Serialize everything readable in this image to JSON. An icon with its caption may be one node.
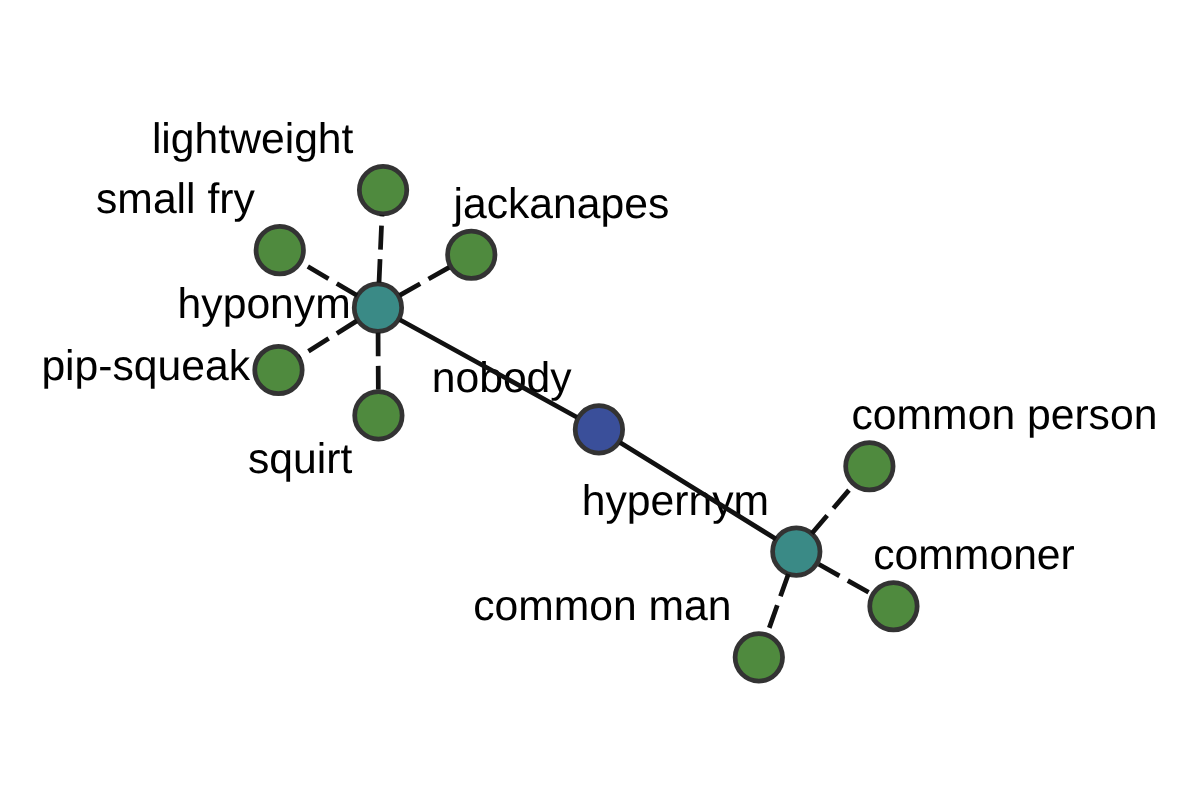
{
  "diagram": {
    "nodes": [
      {
        "text": [
          "small fry"
        ]
      },
      {
        "text": [
          "jackanapes"
        ]
      },
      {
        "text": [
          "squirt"
        ]
      },
      {
        "text": [
          "hyponym"
        ]
      },
      {
        "text": [
          "lightweight"
        ]
      },
      {
        "text": [
          "nobody"
        ]
      },
      {
        "text": [
          "pip-squeak"
        ]
      },
      {
        "text": [
          "common person"
        ]
      },
      {
        "text": [
          "hypernym"
        ]
      },
      {
        "text": [
          "common man"
        ]
      },
      {
        "text": [
          "commoner"
        ]
      }
    ],
    "edges": [
      {
        "from": 5,
        "to": 3,
        "arrow": "none"
      },
      {
        "from": 5,
        "to": 8,
        "arrow": "none"
      },
      {
        "from": 3,
        "to": 0,
        "arrow": "none",
        "style": "dashed"
      },
      {
        "from": 3,
        "to": 1,
        "arrow": "none",
        "style": "dashed"
      },
      {
        "from": 3,
        "to": 2,
        "arrow": "none",
        "style": "dashed"
      },
      {
        "from": 3,
        "to": 4,
        "arrow": "none",
        "style": "dashed"
      },
      {
        "from": 3,
        "to": 6,
        "arrow": "none",
        "style": "dashed"
      },
      {
        "from": 8,
        "to": 7,
        "arrow": "none",
        "style": "dashed"
      },
      {
        "from": 8,
        "to": 9,
        "arrow": "none",
        "style": "dashed"
      },
      {
        "from": 8,
        "to": 10,
        "arrow": "none",
        "style": "dashed"
      }
    ]
  }
}
